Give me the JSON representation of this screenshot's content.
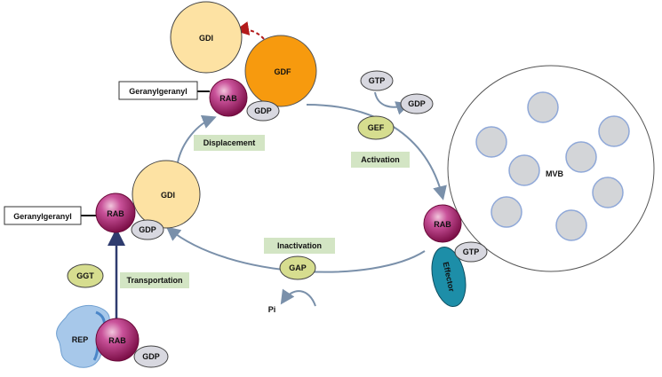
{
  "labels": {
    "gdi": "GDI",
    "gdf": "GDF",
    "rab": "RAB",
    "gdp": "GDP",
    "gtp": "GTP",
    "gef": "GEF",
    "gap": "GAP",
    "ggt": "GGT",
    "rep": "REP",
    "effector": "Effector",
    "mvb": "MVB",
    "pi": "Pi",
    "geranylgeranyl": "Geranylgeranyl"
  },
  "stages": {
    "displacement": "Displacement",
    "activation": "Activation",
    "inactivation": "Inactivation",
    "transportation": "Transportation"
  },
  "colors": {
    "gdi": "#fde2a3",
    "gdf": "#f79a0e",
    "rab": "#a0185f",
    "small_oval": "#d8d8e0",
    "enzyme": "#d6dd8f",
    "effector": "#1d8ea8",
    "rep": "#a7c8ea",
    "stage_box": "#d3e5c4",
    "arrow": "#7a90aa",
    "mvb_vesicle": "#d3d5d8",
    "mvb_vesicle_stroke": "#8fa8d8"
  }
}
